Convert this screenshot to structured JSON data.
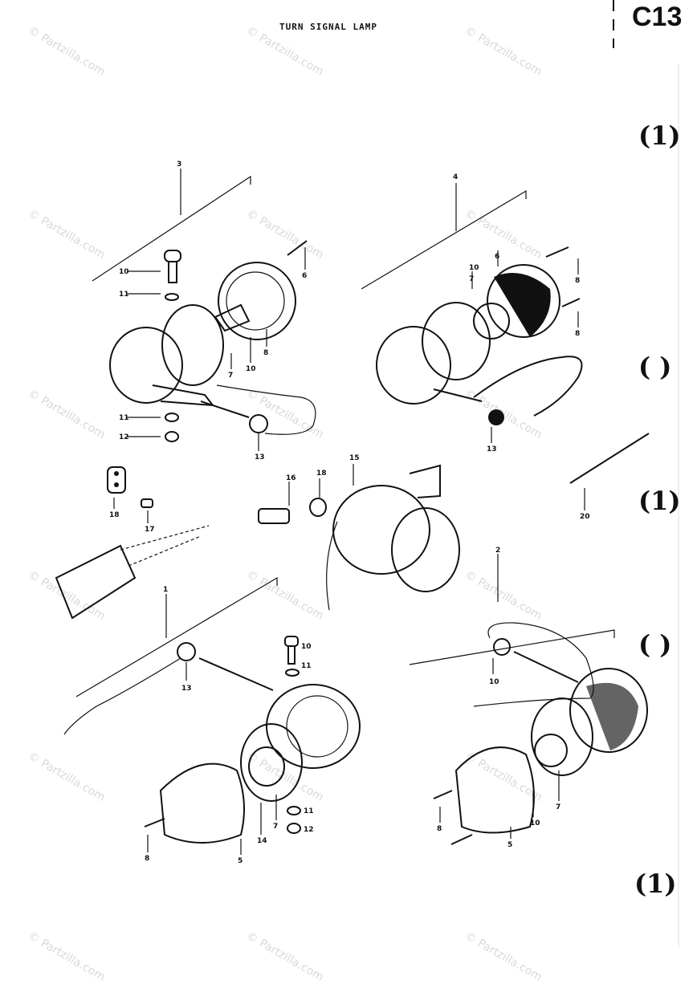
{
  "header": {
    "title": "TURN SIGNAL LAMP",
    "page_code": "C13"
  },
  "watermark": "© Partzilla.com",
  "side_marks": [
    "(1)",
    "(  )",
    "(1)",
    "(  )",
    "(1)"
  ],
  "callouts": {
    "assy_3": "3",
    "assy_4": "4",
    "assy_1": "1",
    "assy_2": "2",
    "p10a": "10",
    "p11a": "11",
    "p6a": "6",
    "p7a": "7",
    "p10b": "10",
    "p8a": "8",
    "p11b": "11",
    "p12a": "12",
    "p13a": "13",
    "p7b": "7",
    "p10c": "10",
    "p6b": "6",
    "p8b": "8",
    "p8c": "8",
    "p13b": "13",
    "p18a": "18",
    "p17": "17",
    "p16": "16",
    "p18b": "18",
    "p15": "15",
    "p20": "20",
    "p10d": "10",
    "p11c": "11",
    "p13c": "13",
    "p8d": "8",
    "p14a": "14",
    "p7c": "7",
    "p5a": "5",
    "p11d": "11",
    "p12b": "12",
    "p10e": "10",
    "p8e": "8",
    "p5b": "5",
    "p10f": "10",
    "p7d": "7"
  }
}
